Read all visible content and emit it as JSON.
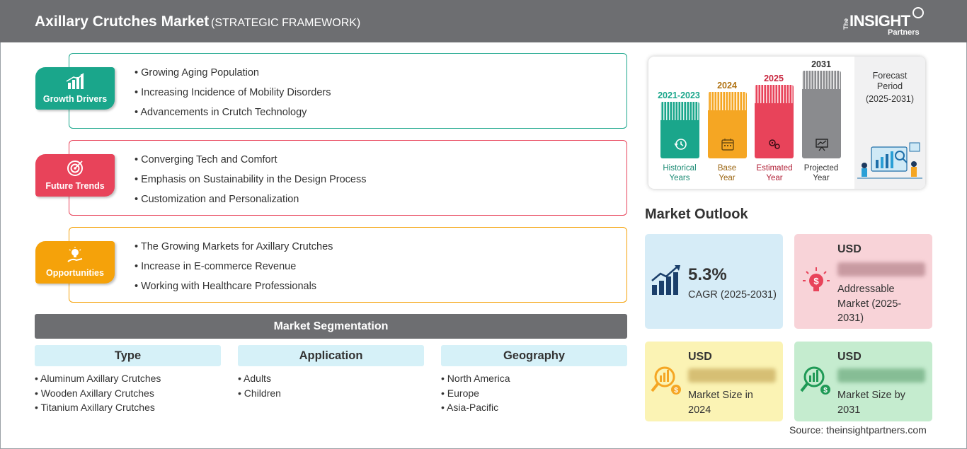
{
  "header": {
    "title": "Axillary Crutches Market",
    "subtitle": "(STRATEGIC FRAMEWORK)",
    "logo_the": "The",
    "logo_insight": "INSIGHT",
    "logo_partners": "Partners"
  },
  "framework": [
    {
      "label": "Growth Drivers",
      "color": "#1aa68b",
      "icon": "growth-chart-icon",
      "items": [
        "Growing Aging Population",
        "Increasing Incidence of Mobility Disorders",
        "Advancements in Crutch Technology"
      ]
    },
    {
      "label": "Future Trends",
      "color": "#e8435a",
      "icon": "target-icon",
      "items": [
        "Converging Tech and Comfort",
        "Emphasis on Sustainability in the Design Process",
        "Customization and Personalization"
      ]
    },
    {
      "label": "Opportunities",
      "color": "#f5a20a",
      "icon": "lightbulb-hand-icon",
      "items": [
        "The Growing Markets for Axillary Crutches",
        "Increase in E-commerce Revenue",
        "Working with Healthcare Professionals"
      ]
    }
  ],
  "segmentation": {
    "title": "Market Segmentation",
    "columns": [
      {
        "heading": "Type",
        "items": [
          "Aluminum Axillary Crutches",
          "Wooden Axillary Crutches",
          "Titanium Axillary Crutches"
        ]
      },
      {
        "heading": "Application",
        "items": [
          "Adults",
          "Children"
        ]
      },
      {
        "heading": "Geography",
        "items": [
          "North America",
          "Europe",
          "Asia-Pacific"
        ]
      }
    ]
  },
  "timeline": {
    "bars": [
      {
        "year": "2021-2023",
        "label_line1": "Historical",
        "label_line2": "Years",
        "color": "#1aa68b",
        "icon": "history-icon"
      },
      {
        "year": "2024",
        "label_line1": "Base",
        "label_line2": "Year",
        "color": "#f5a623",
        "icon": "calendar-icon"
      },
      {
        "year": "2025",
        "label_line1": "Estimated",
        "label_line2": "Year",
        "color": "#e8435a",
        "icon": "gears-icon"
      },
      {
        "year": "2031",
        "label_line1": "Projected",
        "label_line2": "Year",
        "color": "#8a8b8e",
        "icon": "presentation-icon"
      }
    ],
    "forecast_title_line1": "Forecast",
    "forecast_title_line2": "Period",
    "forecast_range": "(2025-2031)"
  },
  "outlook": {
    "title": "Market Outlook",
    "cagr_value": "5.3%",
    "cagr_label": "CAGR (2025-2031)",
    "cards": [
      {
        "usd": "USD",
        "blurred": "lorem ipsum",
        "desc_line1": "Addressable",
        "desc_line2": "Market (2025-",
        "desc_line3": "2031)"
      },
      {
        "usd": "USD",
        "blurred": "lorem ipsum",
        "desc_line1": "Market Size in",
        "desc_line2": "2024"
      },
      {
        "usd": "USD",
        "blurred": "lorem ipsum",
        "desc_line1": "Market Size by",
        "desc_line2": "2031"
      }
    ]
  },
  "source": "Source: theinsightpartners.com"
}
